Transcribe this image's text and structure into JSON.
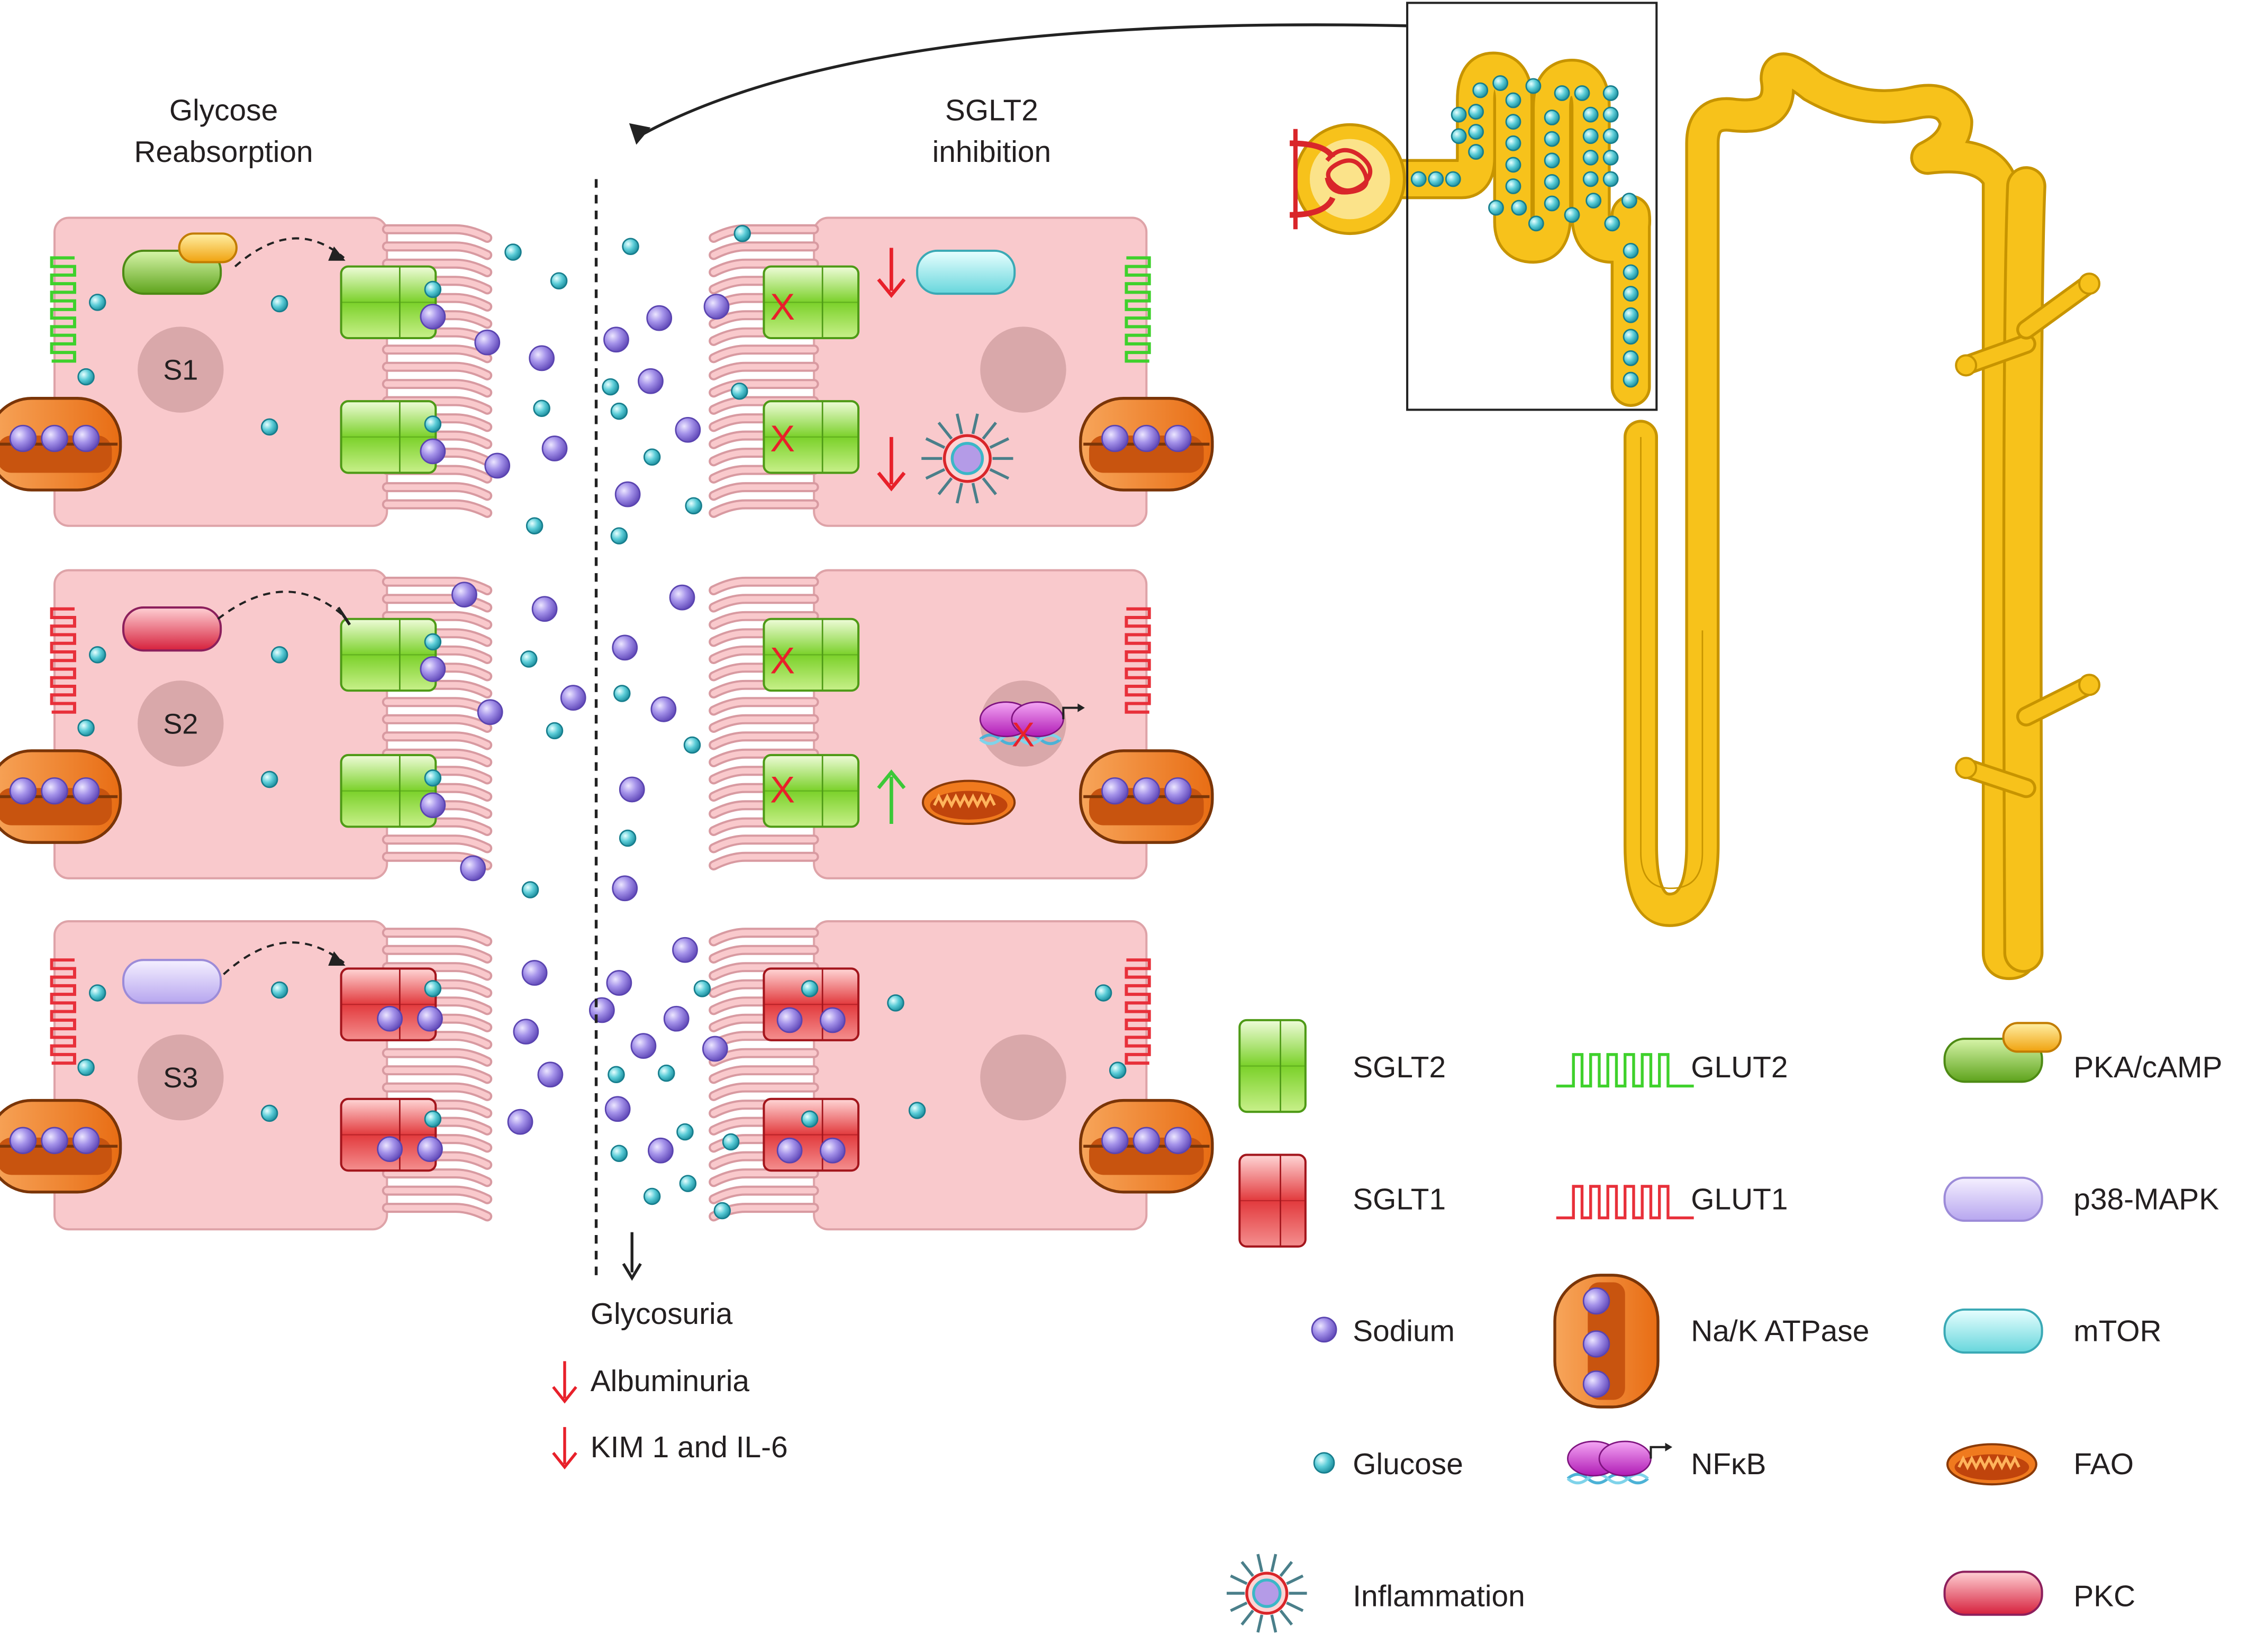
{
  "headers": {
    "left_line1": "Glycose",
    "left_line2": "Reabsorption",
    "right_line1": "SGLT2",
    "right_line2": "inhibition"
  },
  "segments": [
    "S1",
    "S2",
    "S3"
  ],
  "inhibition_mark": "X",
  "outcomes": {
    "glycosuria": "Glycosuria",
    "albuminuria": "Albuminuria",
    "kim": "KIM 1 and IL-6"
  },
  "legend": {
    "sglt2": "SGLT2",
    "sglt1": "SGLT1",
    "sodium": "Sodium",
    "glucose": "Glucose",
    "inflammation": "Inflammation",
    "glut2": "GLUT2",
    "glut1": "GLUT1",
    "nak": "Na/K ATPase",
    "nfkb": "NFκB",
    "pka": "PKA/cAMP",
    "p38": "p38-MAPK",
    "mtor": "mTOR",
    "fao": "FAO",
    "pkc": "PKC"
  },
  "colors": {
    "cell": "#f9c9cc",
    "cell_border": "#d99aa0",
    "sglt2": "#7ed321",
    "sglt1": "#e8303a",
    "sodium": "#9b87e3",
    "glucose": "#4cc6d1",
    "tubule": "#f7c21b",
    "mito": "#f07a1e",
    "down_arrow": "#e8202a",
    "up_arrow": "#3cc838"
  }
}
